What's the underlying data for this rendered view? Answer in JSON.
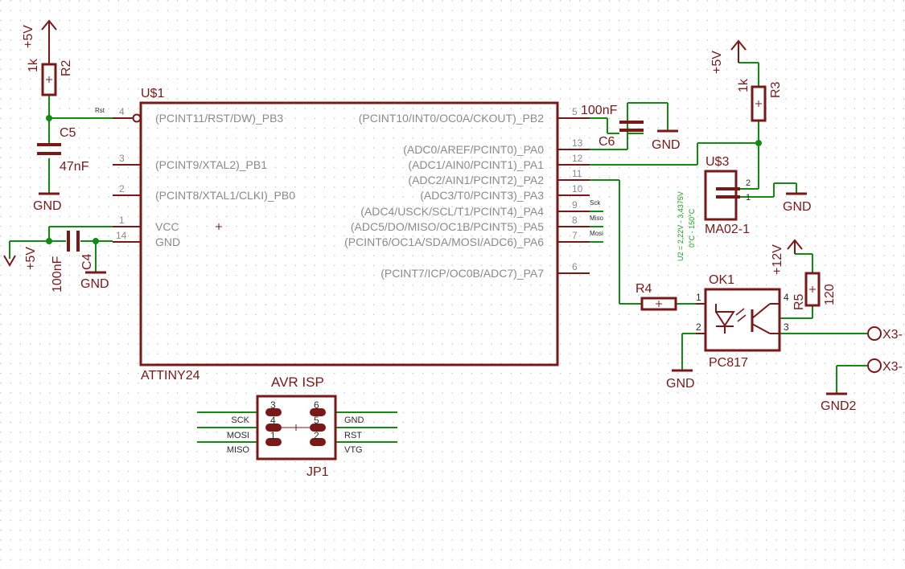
{
  "mcu": {
    "name": "U$1",
    "value": "ATTINY24",
    "pins_left": [
      {
        "num": "4",
        "label": "(PCINT11/RST/DW)_PB3"
      },
      {
        "num": "3",
        "label": "(PCINT9/XTAL2)_PB1"
      },
      {
        "num": "2",
        "label": "(PCINT8/XTAL1/CLKI)_PB0"
      },
      {
        "num": "1",
        "label": "VCC"
      },
      {
        "num": "14",
        "label": "GND"
      }
    ],
    "pins_right": [
      {
        "num": "5",
        "label": "(PCINT10/INT0/OC0A/CKOUT)_PB2"
      },
      {
        "num": "13",
        "label": "(ADC0/AREF/PCINT0)_PA0"
      },
      {
        "num": "12",
        "label": "(ADC1/AIN0/PCINT1)_PA1"
      },
      {
        "num": "11",
        "label": "(ADC2/AIN1/PCINT2)_PA2"
      },
      {
        "num": "10",
        "label": "(ADC3/T0/PCINT3)_PA3"
      },
      {
        "num": "9",
        "label": "(ADC4/USCK/SCL/T1/PCINT4)_PA4"
      },
      {
        "num": "8",
        "label": "(ADC5/DO/MISO/OC1B/PCINT5)_PA5"
      },
      {
        "num": "7",
        "label": "(PCINT6/OC1A/SDA/MOSI/ADC6)_PA6"
      },
      {
        "num": "6",
        "label": "(PCINT7/ICP/OC0B/ADC7)_PA7"
      }
    ]
  },
  "nets": {
    "rst": "Rst",
    "sck": "Sck",
    "miso": "Miso",
    "mosi": "Mosi"
  },
  "r2": {
    "name": "R2",
    "value": "1k",
    "supply": "+5V"
  },
  "c5": {
    "name": "C5",
    "value": "47nF",
    "gnd": "GND"
  },
  "c4": {
    "name": "C4",
    "value": "100nF",
    "gnd": "GND",
    "supply": "+5V"
  },
  "c6": {
    "name": "C6",
    "value": "100nF",
    "gnd": "GND"
  },
  "r3": {
    "name": "R3",
    "value": "1k",
    "supply": "+5V"
  },
  "u3": {
    "name": "U$3",
    "value": "MA02-1",
    "gnd": "GND",
    "pin1": "1",
    "pin2": "2"
  },
  "note": {
    "line1": "U2 = 2,22V  -  3,4375V",
    "line2": "0°C  -  150°C"
  },
  "r4": {
    "name": "R4",
    "pin": "1"
  },
  "ok1": {
    "name": "OK1",
    "value": "PC817",
    "gnd": "GND",
    "p1": "1",
    "p2": "2",
    "p3": "3",
    "p4": "4"
  },
  "r5": {
    "name": "R5",
    "value": "120",
    "supply": "+12V"
  },
  "x3": {
    "a": "X3-",
    "b": "X3-",
    "gnd": "GND2"
  },
  "isp": {
    "title": "AVR ISP",
    "name": "JP1",
    "left_labels": [
      "SCK",
      "MOSI",
      "MISO"
    ],
    "right_labels": [
      "GND",
      "RST",
      "VTG"
    ],
    "pins": [
      "3",
      "4",
      "1",
      "6",
      "5",
      "2"
    ]
  }
}
